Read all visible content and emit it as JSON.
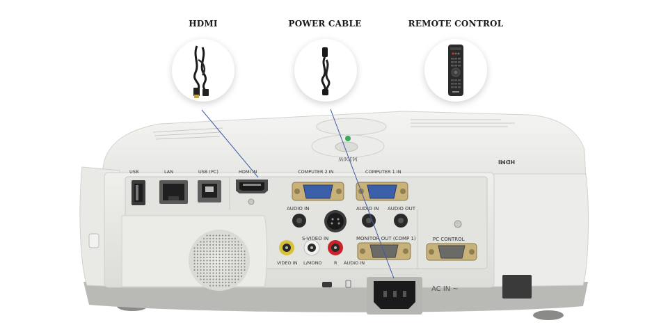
{
  "accessories": [
    {
      "title": "HDMI",
      "icon": "hdmi-cable-icon"
    },
    {
      "title": "POWER CABLE",
      "icon": "power-cable-icon"
    },
    {
      "title": "REMOTE CONTROL",
      "icon": "remote-control-icon"
    }
  ],
  "projector": {
    "model": "M300W",
    "brand_mark": "HDMI",
    "ports_top": [
      "USB",
      "LAN",
      "USB (PC)",
      "HDMI IN",
      "COMPUTER 2 IN",
      "COMPUTER 1 IN"
    ],
    "ports_mid": [
      "AUDIO IN",
      "AUDIO IN",
      "AUDIO OUT"
    ],
    "s_video": "S-VIDEO IN",
    "monitor_out": "MONITOR OUT (COMP 1)",
    "pc_control": "PC  CONTROL",
    "video_labels": [
      "VIDEO IN",
      "L/MONO",
      "R",
      "AUDIO IN"
    ],
    "ac_in": "AC IN ~"
  }
}
